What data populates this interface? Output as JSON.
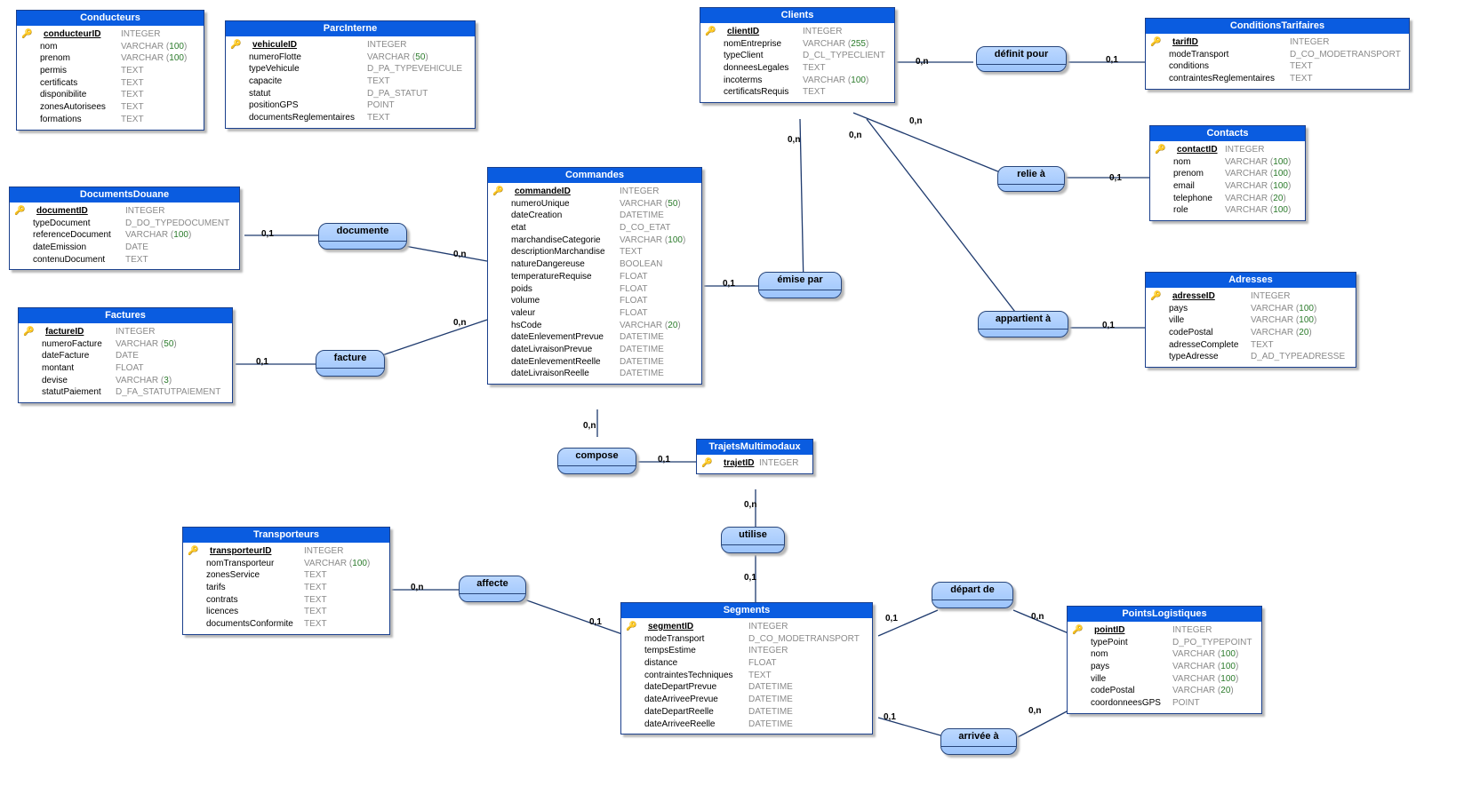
{
  "entities": {
    "conducteurs": {
      "title": "Conducteurs",
      "attributes": [
        {
          "name": "conducteurID",
          "type": "INTEGER",
          "pk": true
        },
        {
          "name": "nom",
          "type": "VARCHAR",
          "len": "100"
        },
        {
          "name": "prenom",
          "type": "VARCHAR",
          "len": "100"
        },
        {
          "name": "permis",
          "type": "TEXT"
        },
        {
          "name": "certificats",
          "type": "TEXT"
        },
        {
          "name": "disponibilite",
          "type": "TEXT"
        },
        {
          "name": "zonesAutorisees",
          "type": "TEXT"
        },
        {
          "name": "formations",
          "type": "TEXT"
        }
      ]
    },
    "parcinterne": {
      "title": "ParcInterne",
      "attributes": [
        {
          "name": "vehiculeID",
          "type": "INTEGER",
          "pk": true
        },
        {
          "name": "numeroFlotte",
          "type": "VARCHAR",
          "len": "50"
        },
        {
          "name": "typeVehicule",
          "type": "D_PA_TYPEVEHICULE"
        },
        {
          "name": "capacite",
          "type": "TEXT"
        },
        {
          "name": "statut",
          "type": "D_PA_STATUT"
        },
        {
          "name": "positionGPS",
          "type": "POINT"
        },
        {
          "name": "documentsReglementaires",
          "type": "TEXT"
        }
      ]
    },
    "clients": {
      "title": "Clients",
      "attributes": [
        {
          "name": "clientID",
          "type": "INTEGER",
          "pk": true
        },
        {
          "name": "nomEntreprise",
          "type": "VARCHAR",
          "len": "255"
        },
        {
          "name": "typeClient",
          "type": "D_CL_TYPECLIENT"
        },
        {
          "name": "donneesLegales",
          "type": "TEXT"
        },
        {
          "name": "incoterms",
          "type": "VARCHAR",
          "len": "100"
        },
        {
          "name": "certificatsRequis",
          "type": "TEXT"
        }
      ]
    },
    "conditionstarifaires": {
      "title": "ConditionsTarifaires",
      "attributes": [
        {
          "name": "tarifID",
          "type": "INTEGER",
          "pk": true
        },
        {
          "name": "modeTransport",
          "type": "D_CO_MODETRANSPORT"
        },
        {
          "name": "conditions",
          "type": "TEXT"
        },
        {
          "name": "contraintesReglementaires",
          "type": "TEXT"
        }
      ]
    },
    "contacts": {
      "title": "Contacts",
      "attributes": [
        {
          "name": "contactID",
          "type": "INTEGER",
          "pk": true
        },
        {
          "name": "nom",
          "type": "VARCHAR",
          "len": "100"
        },
        {
          "name": "prenom",
          "type": "VARCHAR",
          "len": "100"
        },
        {
          "name": "email",
          "type": "VARCHAR",
          "len": "100"
        },
        {
          "name": "telephone",
          "type": "VARCHAR",
          "len": "20"
        },
        {
          "name": "role",
          "type": "VARCHAR",
          "len": "100"
        }
      ]
    },
    "documentsdouane": {
      "title": "DocumentsDouane",
      "attributes": [
        {
          "name": "documentID",
          "type": "INTEGER",
          "pk": true
        },
        {
          "name": "typeDocument",
          "type": "D_DO_TYPEDOCUMENT"
        },
        {
          "name": "referenceDocument",
          "type": "VARCHAR",
          "len": "100"
        },
        {
          "name": "dateEmission",
          "type": "DATE"
        },
        {
          "name": "contenuDocument",
          "type": "TEXT"
        }
      ]
    },
    "commandes": {
      "title": "Commandes",
      "attributes": [
        {
          "name": "commandeID",
          "type": "INTEGER",
          "pk": true
        },
        {
          "name": "numeroUnique",
          "type": "VARCHAR",
          "len": "50"
        },
        {
          "name": "dateCreation",
          "type": "DATETIME"
        },
        {
          "name": "etat",
          "type": "D_CO_ETAT"
        },
        {
          "name": "marchandiseCategorie",
          "type": "VARCHAR",
          "len": "100"
        },
        {
          "name": "descriptionMarchandise",
          "type": "TEXT"
        },
        {
          "name": "natureDangereuse",
          "type": "BOOLEAN"
        },
        {
          "name": "temperatureRequise",
          "type": "FLOAT"
        },
        {
          "name": "poids",
          "type": "FLOAT"
        },
        {
          "name": "volume",
          "type": "FLOAT"
        },
        {
          "name": "valeur",
          "type": "FLOAT"
        },
        {
          "name": "hsCode",
          "type": "VARCHAR",
          "len": "20"
        },
        {
          "name": "dateEnlevementPrevue",
          "type": "DATETIME"
        },
        {
          "name": "dateLivraisonPrevue",
          "type": "DATETIME"
        },
        {
          "name": "dateEnlevementReelle",
          "type": "DATETIME"
        },
        {
          "name": "dateLivraisonReelle",
          "type": "DATETIME"
        }
      ]
    },
    "adresses": {
      "title": "Adresses",
      "attributes": [
        {
          "name": "adresseID",
          "type": "INTEGER",
          "pk": true
        },
        {
          "name": "pays",
          "type": "VARCHAR",
          "len": "100"
        },
        {
          "name": "ville",
          "type": "VARCHAR",
          "len": "100"
        },
        {
          "name": "codePostal",
          "type": "VARCHAR",
          "len": "20"
        },
        {
          "name": "adresseComplete",
          "type": "TEXT"
        },
        {
          "name": "typeAdresse",
          "type": "D_AD_TYPEADRESSE"
        }
      ]
    },
    "factures": {
      "title": "Factures",
      "attributes": [
        {
          "name": "factureID",
          "type": "INTEGER",
          "pk": true
        },
        {
          "name": "numeroFacture",
          "type": "VARCHAR",
          "len": "50"
        },
        {
          "name": "dateFacture",
          "type": "DATE"
        },
        {
          "name": "montant",
          "type": "FLOAT"
        },
        {
          "name": "devise",
          "type": "VARCHAR",
          "len": "3"
        },
        {
          "name": "statutPaiement",
          "type": "D_FA_STATUTPAIEMENT"
        }
      ]
    },
    "trajetsmultimodaux": {
      "title": "TrajetsMultimodaux",
      "attributes": [
        {
          "name": "trajetID",
          "type": "INTEGER",
          "pk": true
        }
      ]
    },
    "transporteurs": {
      "title": "Transporteurs",
      "attributes": [
        {
          "name": "transporteurID",
          "type": "INTEGER",
          "pk": true
        },
        {
          "name": "nomTransporteur",
          "type": "VARCHAR",
          "len": "100"
        },
        {
          "name": "zonesService",
          "type": "TEXT"
        },
        {
          "name": "tarifs",
          "type": "TEXT"
        },
        {
          "name": "contrats",
          "type": "TEXT"
        },
        {
          "name": "licences",
          "type": "TEXT"
        },
        {
          "name": "documentsConformite",
          "type": "TEXT"
        }
      ]
    },
    "segments": {
      "title": "Segments",
      "attributes": [
        {
          "name": "segmentID",
          "type": "INTEGER",
          "pk": true
        },
        {
          "name": "modeTransport",
          "type": "D_CO_MODETRANSPORT"
        },
        {
          "name": "tempsEstime",
          "type": "INTEGER"
        },
        {
          "name": "distance",
          "type": "FLOAT"
        },
        {
          "name": "contraintesTechniques",
          "type": "TEXT"
        },
        {
          "name": "dateDepartPrevue",
          "type": "DATETIME"
        },
        {
          "name": "dateArriveePrevue",
          "type": "DATETIME"
        },
        {
          "name": "dateDepartReelle",
          "type": "DATETIME"
        },
        {
          "name": "dateArriveeReelle",
          "type": "DATETIME"
        }
      ]
    },
    "pointslogistiques": {
      "title": "PointsLogistiques",
      "attributes": [
        {
          "name": "pointID",
          "type": "INTEGER",
          "pk": true
        },
        {
          "name": "typePoint",
          "type": "D_PO_TYPEPOINT"
        },
        {
          "name": "nom",
          "type": "VARCHAR",
          "len": "100"
        },
        {
          "name": "pays",
          "type": "VARCHAR",
          "len": "100"
        },
        {
          "name": "ville",
          "type": "VARCHAR",
          "len": "100"
        },
        {
          "name": "codePostal",
          "type": "VARCHAR",
          "len": "20"
        },
        {
          "name": "coordonneesGPS",
          "type": "POINT"
        }
      ]
    }
  },
  "associations": {
    "definit_pour": "définit pour",
    "relie_a": "relie à",
    "appartient_a": "appartient à",
    "emise_par": "émise par",
    "documente": "documente",
    "facture": "facture",
    "compose": "compose",
    "utilise": "utilise",
    "affecte": "affecte",
    "depart_de": "départ de",
    "arrivee_a": "arrivée à"
  },
  "cardinalities": {
    "definit_pour_clients": "0,n",
    "definit_pour_conditions": "0,1",
    "relie_a_clients": "0,n",
    "relie_a_contacts": "0,1",
    "emise_par_clients": "0,n",
    "emise_par_commandes": "0,1",
    "appartient_a_clients": "0,n",
    "appartient_a_adresses": "0,1",
    "documente_douane": "0,1",
    "documente_commandes": "0,n",
    "facture_factures": "0,1",
    "facture_commandes": "0,n",
    "compose_commandes": "0,n",
    "compose_trajets": "0,1",
    "utilise_trajets": "0,n",
    "utilise_segments": "0,1",
    "affecte_transporteurs": "0,n",
    "affecte_segments": "0,1",
    "depart_segments": "0,1",
    "depart_points": "0,n",
    "arrivee_segments": "0,1",
    "arrivee_points": "0,n"
  }
}
